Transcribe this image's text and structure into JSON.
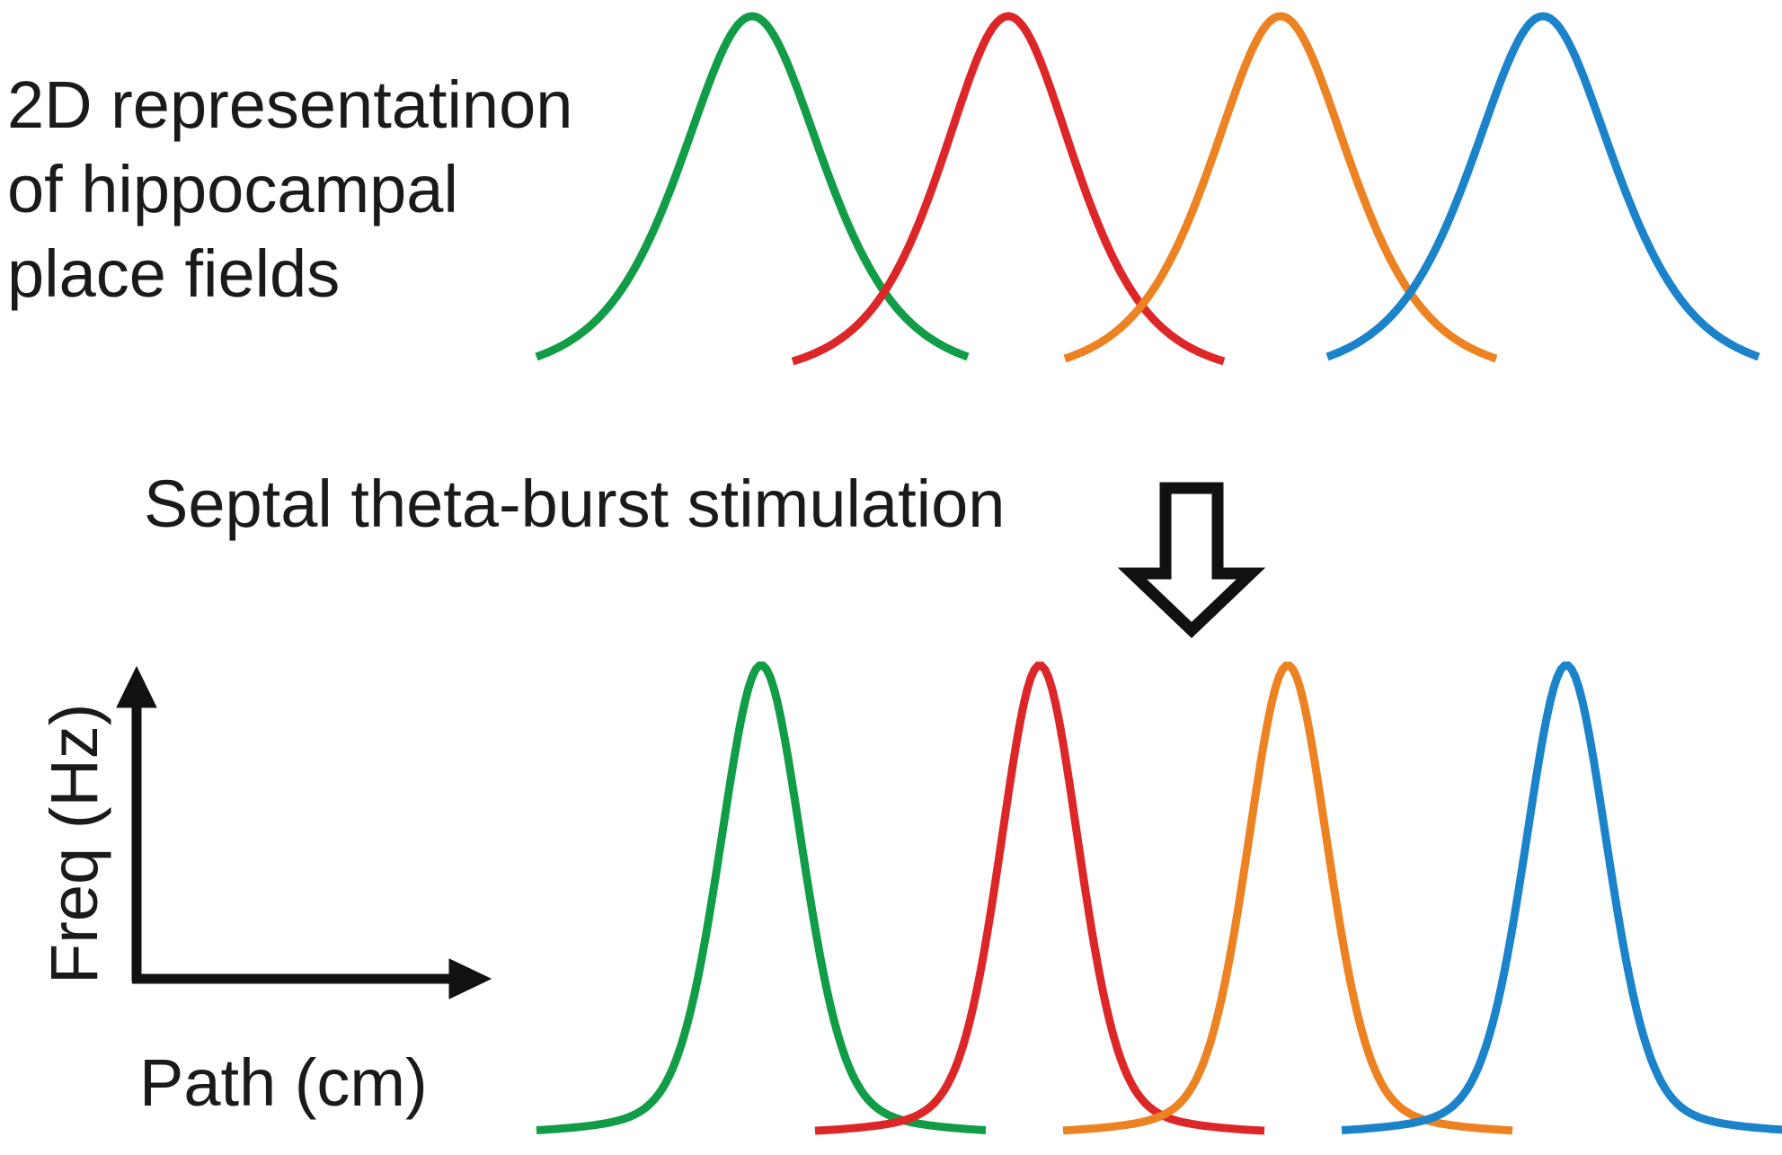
{
  "caption": {
    "lines": [
      "2D representatinon",
      "of hippocampal",
      "place fields"
    ]
  },
  "stimulation_label": "Septal theta-burst stimulation",
  "axes": {
    "y_label": "Freq (Hz)",
    "x_label": "Path (cm)"
  },
  "colors": {
    "green": "#119c47",
    "red": "#dc2628",
    "orange": "#ec8221",
    "blue": "#1a83c9",
    "arrow": "#111111"
  },
  "rows": [
    {
      "name": "before-stimulation",
      "fields": [
        {
          "color": "green"
        },
        {
          "color": "red"
        },
        {
          "color": "orange"
        },
        {
          "color": "blue"
        }
      ]
    },
    {
      "name": "after-stimulation",
      "fields": [
        {
          "color": "green"
        },
        {
          "color": "red"
        },
        {
          "color": "orange"
        },
        {
          "color": "blue"
        }
      ]
    }
  ]
}
